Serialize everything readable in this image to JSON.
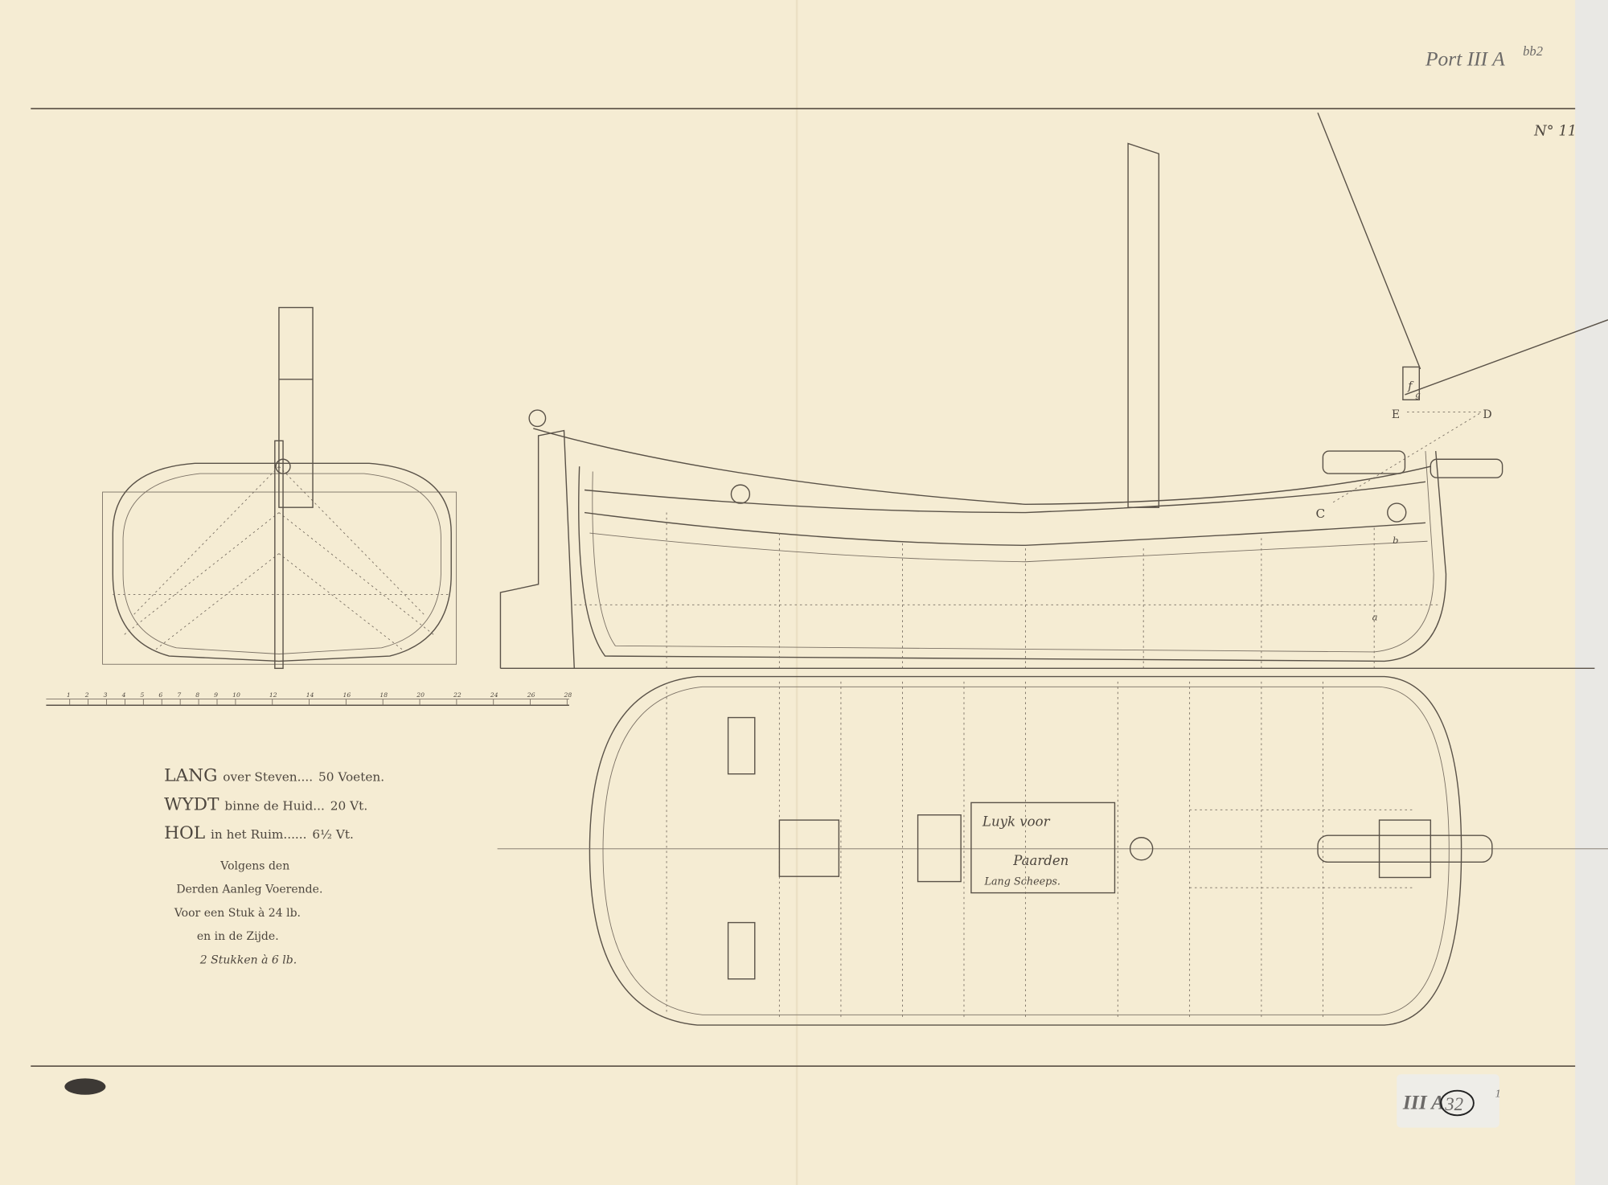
{
  "annotations": {
    "archive_mark": "Port III A",
    "archive_sub": "bb2",
    "plate_number": "N° 11",
    "catalog_label": "III A",
    "catalog_circled": "32",
    "catalog_sup": "1"
  },
  "specs": {
    "line1": {
      "head": "LANG",
      "mid": "over Steven....",
      "val": "50 Voeten."
    },
    "line2": {
      "head": "WYDT",
      "mid": "binne de Huid...",
      "val": "20 Vt."
    },
    "line3": {
      "head": "HOL",
      "mid": "in het Ruim......",
      "val": "6½ Vt."
    },
    "notes": [
      "Volgens den",
      "Derden Aanleg Voerende.",
      "Voor een Stuk à 24 lb.",
      "en in de Zijde.",
      "2 Stukken à 6 lb."
    ]
  },
  "hatch": {
    "line1": "Luyk voor",
    "line2": "Paarden",
    "line3": "Lang Scheeps."
  },
  "scale_bar": {
    "labels": [
      "1",
      "2",
      "3",
      "4",
      "5",
      "6",
      "7",
      "8",
      "9",
      "10",
      "12",
      "14",
      "16",
      "18",
      "20",
      "22",
      "24",
      "26",
      "28"
    ]
  },
  "side_view_letters": {
    "E": "E",
    "D": "D",
    "C": "C",
    "f": "f",
    "g": "g",
    "b": "b",
    "a": "a"
  },
  "colors": {
    "paper": "#f5ecd3",
    "ink": "#5a5248",
    "background": "#e9e8e4"
  }
}
